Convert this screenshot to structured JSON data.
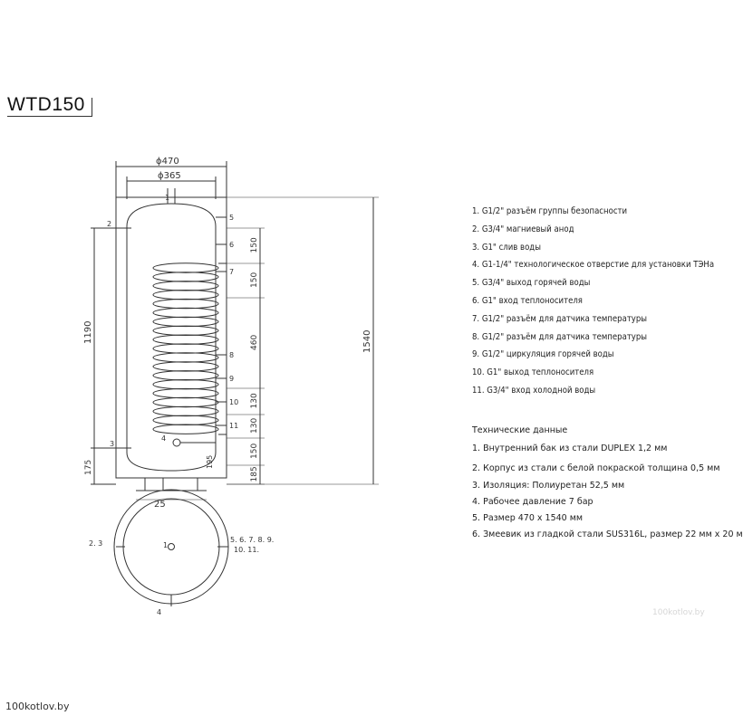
{
  "title": "WTD150",
  "diagram": {
    "dims": {
      "outer_diameter": "ϕ470",
      "inner_diameter": "ϕ365",
      "height_total": "1540",
      "height_left": "1190",
      "bottom_left": "175",
      "right_segments": [
        "150",
        "150",
        "460",
        "130",
        "130",
        "150",
        "185"
      ],
      "inner_bottom": "195",
      "bottom_mark": "25"
    },
    "side_labels": {
      "left_top": "2",
      "left_bottom": "3",
      "right": [
        "5",
        "6",
        "7",
        "8",
        "9",
        "10",
        "11"
      ],
      "top_port": "1",
      "heater_port": "4"
    },
    "plan_labels": {
      "left": "2. 3",
      "center": "1",
      "right_line1": "5. 6. 7. 8. 9.",
      "right_line2": "10. 11.",
      "bottom": "4"
    }
  },
  "connections": [
    "1. G1/2\" разъём группы безопасности",
    "2. G3/4\" магниевый анод",
    "3. G1\" слив воды",
    "4. G1-1/4\" технологическое отверстие для установки ТЭНа",
    "5. G3/4\" выход горячей воды",
    "6. G1\" вход теплоносителя",
    "7. G1/2\" разъём для датчика температуры",
    "8. G1/2\" разъём для датчика температуры",
    "9. G1/2\" циркуляция горячей воды",
    "10. G1\" выход теплоносителя",
    "11. G3/4\" вход холодной воды"
  ],
  "tech_heading": "Технические данные",
  "tech_specs": [
    "1. Внутренний бак из стали DUPLEX 1,2 мм",
    "2. Корпус из стали с белой покраской толщина 0,5 мм",
    "3. Изоляция: Полиуретан 52,5 мм",
    "4. Рабочее давление 7 бар",
    "5. Размер 470 x 1540 мм",
    "6. Змеевик из гладкой стали SUS316L, размер 22 мм x 20 м"
  ],
  "watermark_light": "100kotlov.by",
  "watermark_dark": "100kotlov.by"
}
